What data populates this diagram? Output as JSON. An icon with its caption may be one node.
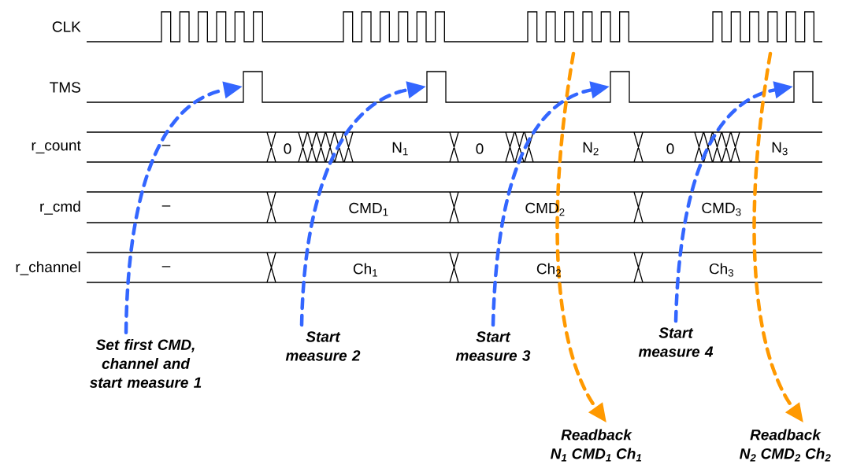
{
  "diagram": {
    "nodes": [
      {
        "text": [
          "Set first CMD, channel and start measure 1"
        ]
      },
      {
        "text": [
          "Start measure 2"
        ]
      },
      {
        "text": [
          "Start measure 3"
        ]
      },
      {
        "text": [
          "Start measure 4"
        ]
      },
      {
        "text": [
          "Readback",
          "N$_{1}$ CMD$_{1}$ Ch$_{1}$"
        ]
      },
      {
        "text": [
          "Readback",
          "N$_{2}$ CMD$_{2}$ Ch$_{2}$"
        ]
      }
    ],
    "edges": [
      {
        "from": 0,
        "to": null,
        "arrow": "to",
        "style": "dashed"
      },
      {
        "from": 1,
        "to": null,
        "arrow": "to",
        "style": "dashed"
      },
      {
        "from": 2,
        "to": null,
        "arrow": "to",
        "style": "dashed"
      },
      {
        "from": 3,
        "to": null,
        "arrow": "to",
        "style": "dashed"
      },
      {
        "from": null,
        "to": 4,
        "arrow": "to",
        "style": "dashed",
        "color": "#ff9900"
      },
      {
        "from": null,
        "to": 5,
        "arrow": "to",
        "style": "dashed",
        "color": "#ff9900"
      }
    ],
    "labels": [
      "CLK",
      "TMS",
      "r_count",
      "–",
      "0",
      "N$_{1}$",
      "0",
      "N$_{2}$",
      "0",
      "N$_{3}$",
      "r_cmd",
      "–",
      "CMD$_{1}$",
      "CMD$_{2}$",
      "CMD$_{3}$",
      "r_channel",
      "–",
      "Ch$_{1}$",
      "Ch$_{2}$",
      "Ch$_{3}$"
    ]
  }
}
